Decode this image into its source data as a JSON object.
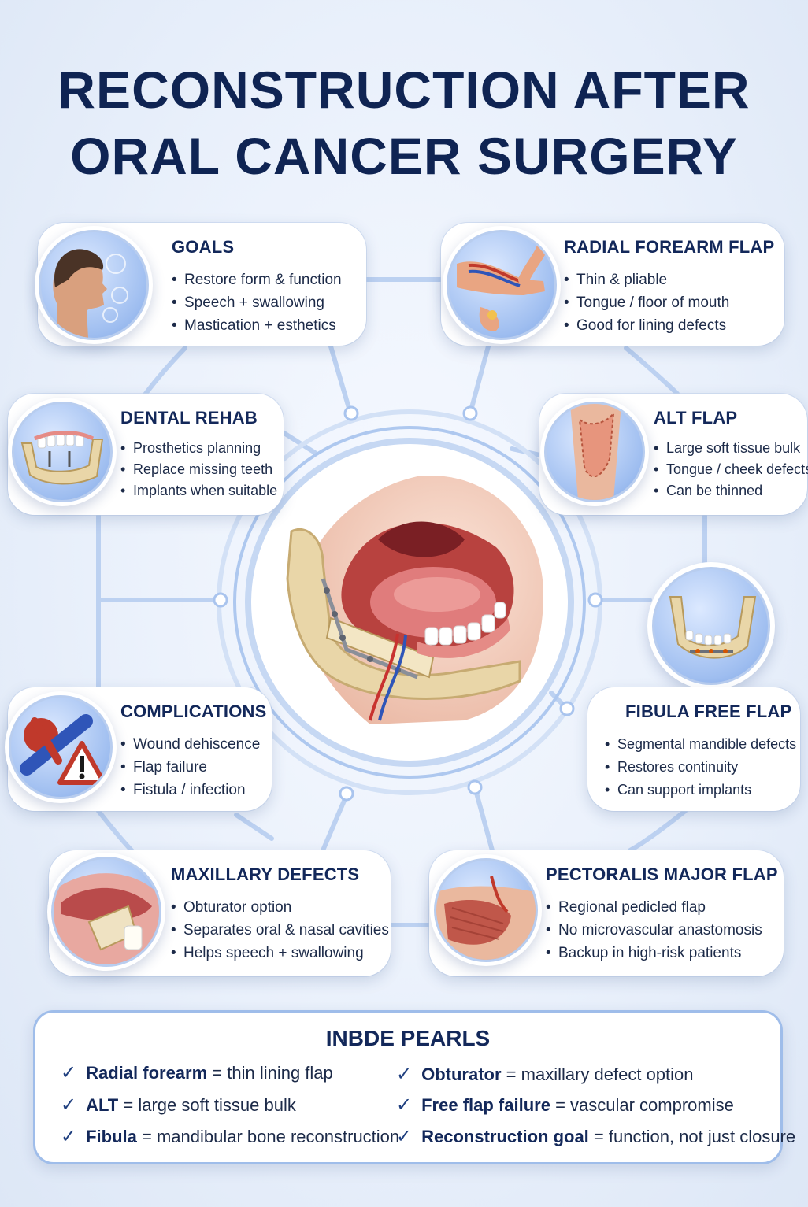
{
  "title": {
    "line1": "RECONSTRUCTION AFTER",
    "line2": "ORAL CANCER SURGERY"
  },
  "cards": {
    "goals": {
      "heading": "GOALS",
      "items": [
        "Restore form & function",
        "Speech + swallowing",
        "Mastication + esthetics"
      ]
    },
    "radial": {
      "heading": "RADIAL FOREARM FLAP",
      "items": [
        "Thin & pliable",
        "Tongue / floor of mouth",
        "Good for lining defects"
      ]
    },
    "dental": {
      "heading": "DENTAL REHAB",
      "items": [
        "Prosthetics planning",
        "Replace missing teeth",
        "Implants when suitable"
      ]
    },
    "alt": {
      "heading": "ALT FLAP",
      "items": [
        "Large soft tissue bulk",
        "Tongue / cheek defects",
        "Can be thinned"
      ]
    },
    "complications": {
      "heading": "COMPLICATIONS",
      "items": [
        "Wound dehiscence",
        "Flap failure",
        "Fistula / infection"
      ]
    },
    "fibula": {
      "heading": "FIBULA FREE FLAP",
      "items": [
        "Segmental mandible defects",
        "Restores continuity",
        "Can support implants"
      ]
    },
    "maxillary": {
      "heading": "MAXILLARY DEFECTS",
      "items": [
        "Obturator option",
        "Separates oral & nasal cavities",
        "Helps speech + swallowing"
      ]
    },
    "pectoralis": {
      "heading": "PECTORALIS MAJOR FLAP",
      "items": [
        "Regional pedicled flap",
        "No microvascular anastomosis",
        "Backup in high-risk patients"
      ]
    }
  },
  "icons": {
    "goals": "face-profile-icon",
    "radial": "forearm-icon",
    "dental": "mandible-implant-icon",
    "alt": "thigh-flap-icon",
    "complications": "warning-vessel-icon",
    "fibula": "mandible-plate-icon",
    "maxillary": "palate-obturator-icon",
    "pectoralis": "chest-muscle-icon",
    "center": "jaw-reconstruction-illustration"
  },
  "pearls": {
    "heading": "INBDE PEARLS",
    "items": [
      {
        "term": "Radial forearm",
        "rest": " = thin lining flap"
      },
      {
        "term": "ALT",
        "rest": " = large soft tissue bulk"
      },
      {
        "term": "Fibula",
        "rest": " = mandibular bone reconstruction"
      },
      {
        "term": "Obturator",
        "rest": " = maxillary defect option"
      },
      {
        "term": "Free flap failure",
        "rest": " = vascular compromise"
      },
      {
        "term": "Reconstruction goal",
        "rest": " = function, not just closure"
      }
    ]
  },
  "colors": {
    "title": "#0f2453",
    "accent": "#9fbdea",
    "connector": "#b9cff0",
    "card": "#ffffff"
  }
}
